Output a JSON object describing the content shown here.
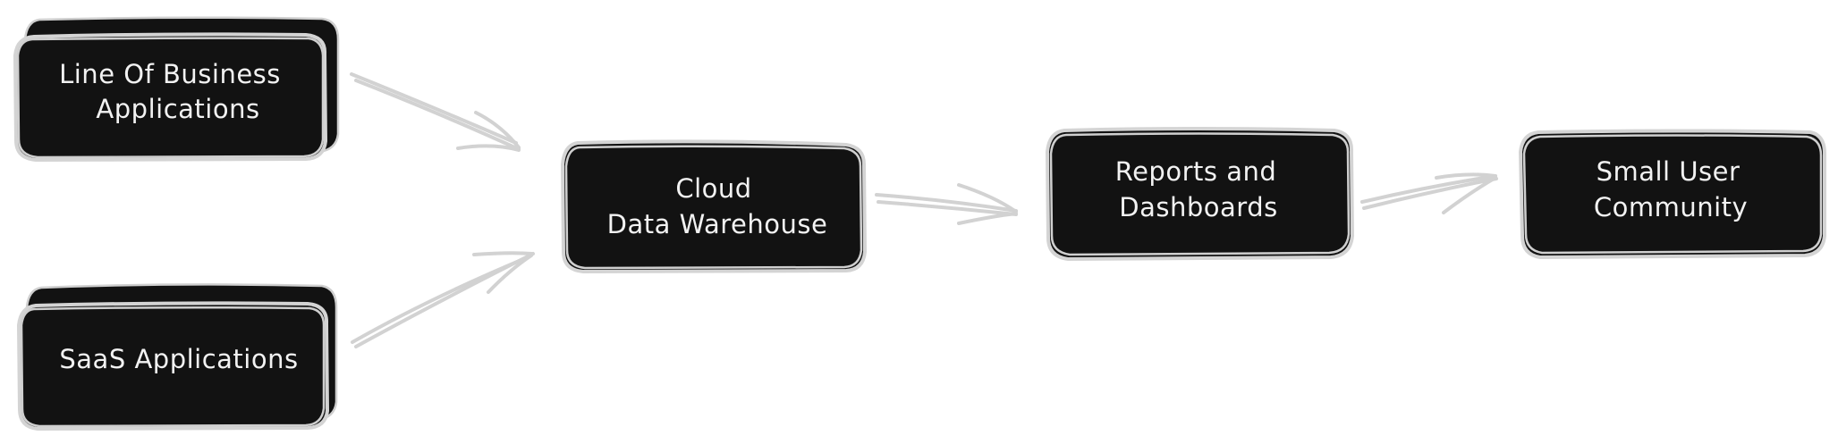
{
  "nodes": {
    "lob": {
      "line1": "Line Of Business",
      "line2": "Applications"
    },
    "saas": {
      "line1": "SaaS Applications"
    },
    "cdw": {
      "line1": "Cloud",
      "line2": "Data Warehouse"
    },
    "reports": {
      "line1": "Reports and",
      "line2": "Dashboards"
    },
    "community": {
      "line1": "Small User",
      "line2": "Community"
    }
  },
  "colors": {
    "node_fill": "#121212",
    "node_stroke": "#d4d4d4",
    "node_text": "#f2f2f2",
    "arrow": "#d2d2d2",
    "background": "#ffffff"
  }
}
